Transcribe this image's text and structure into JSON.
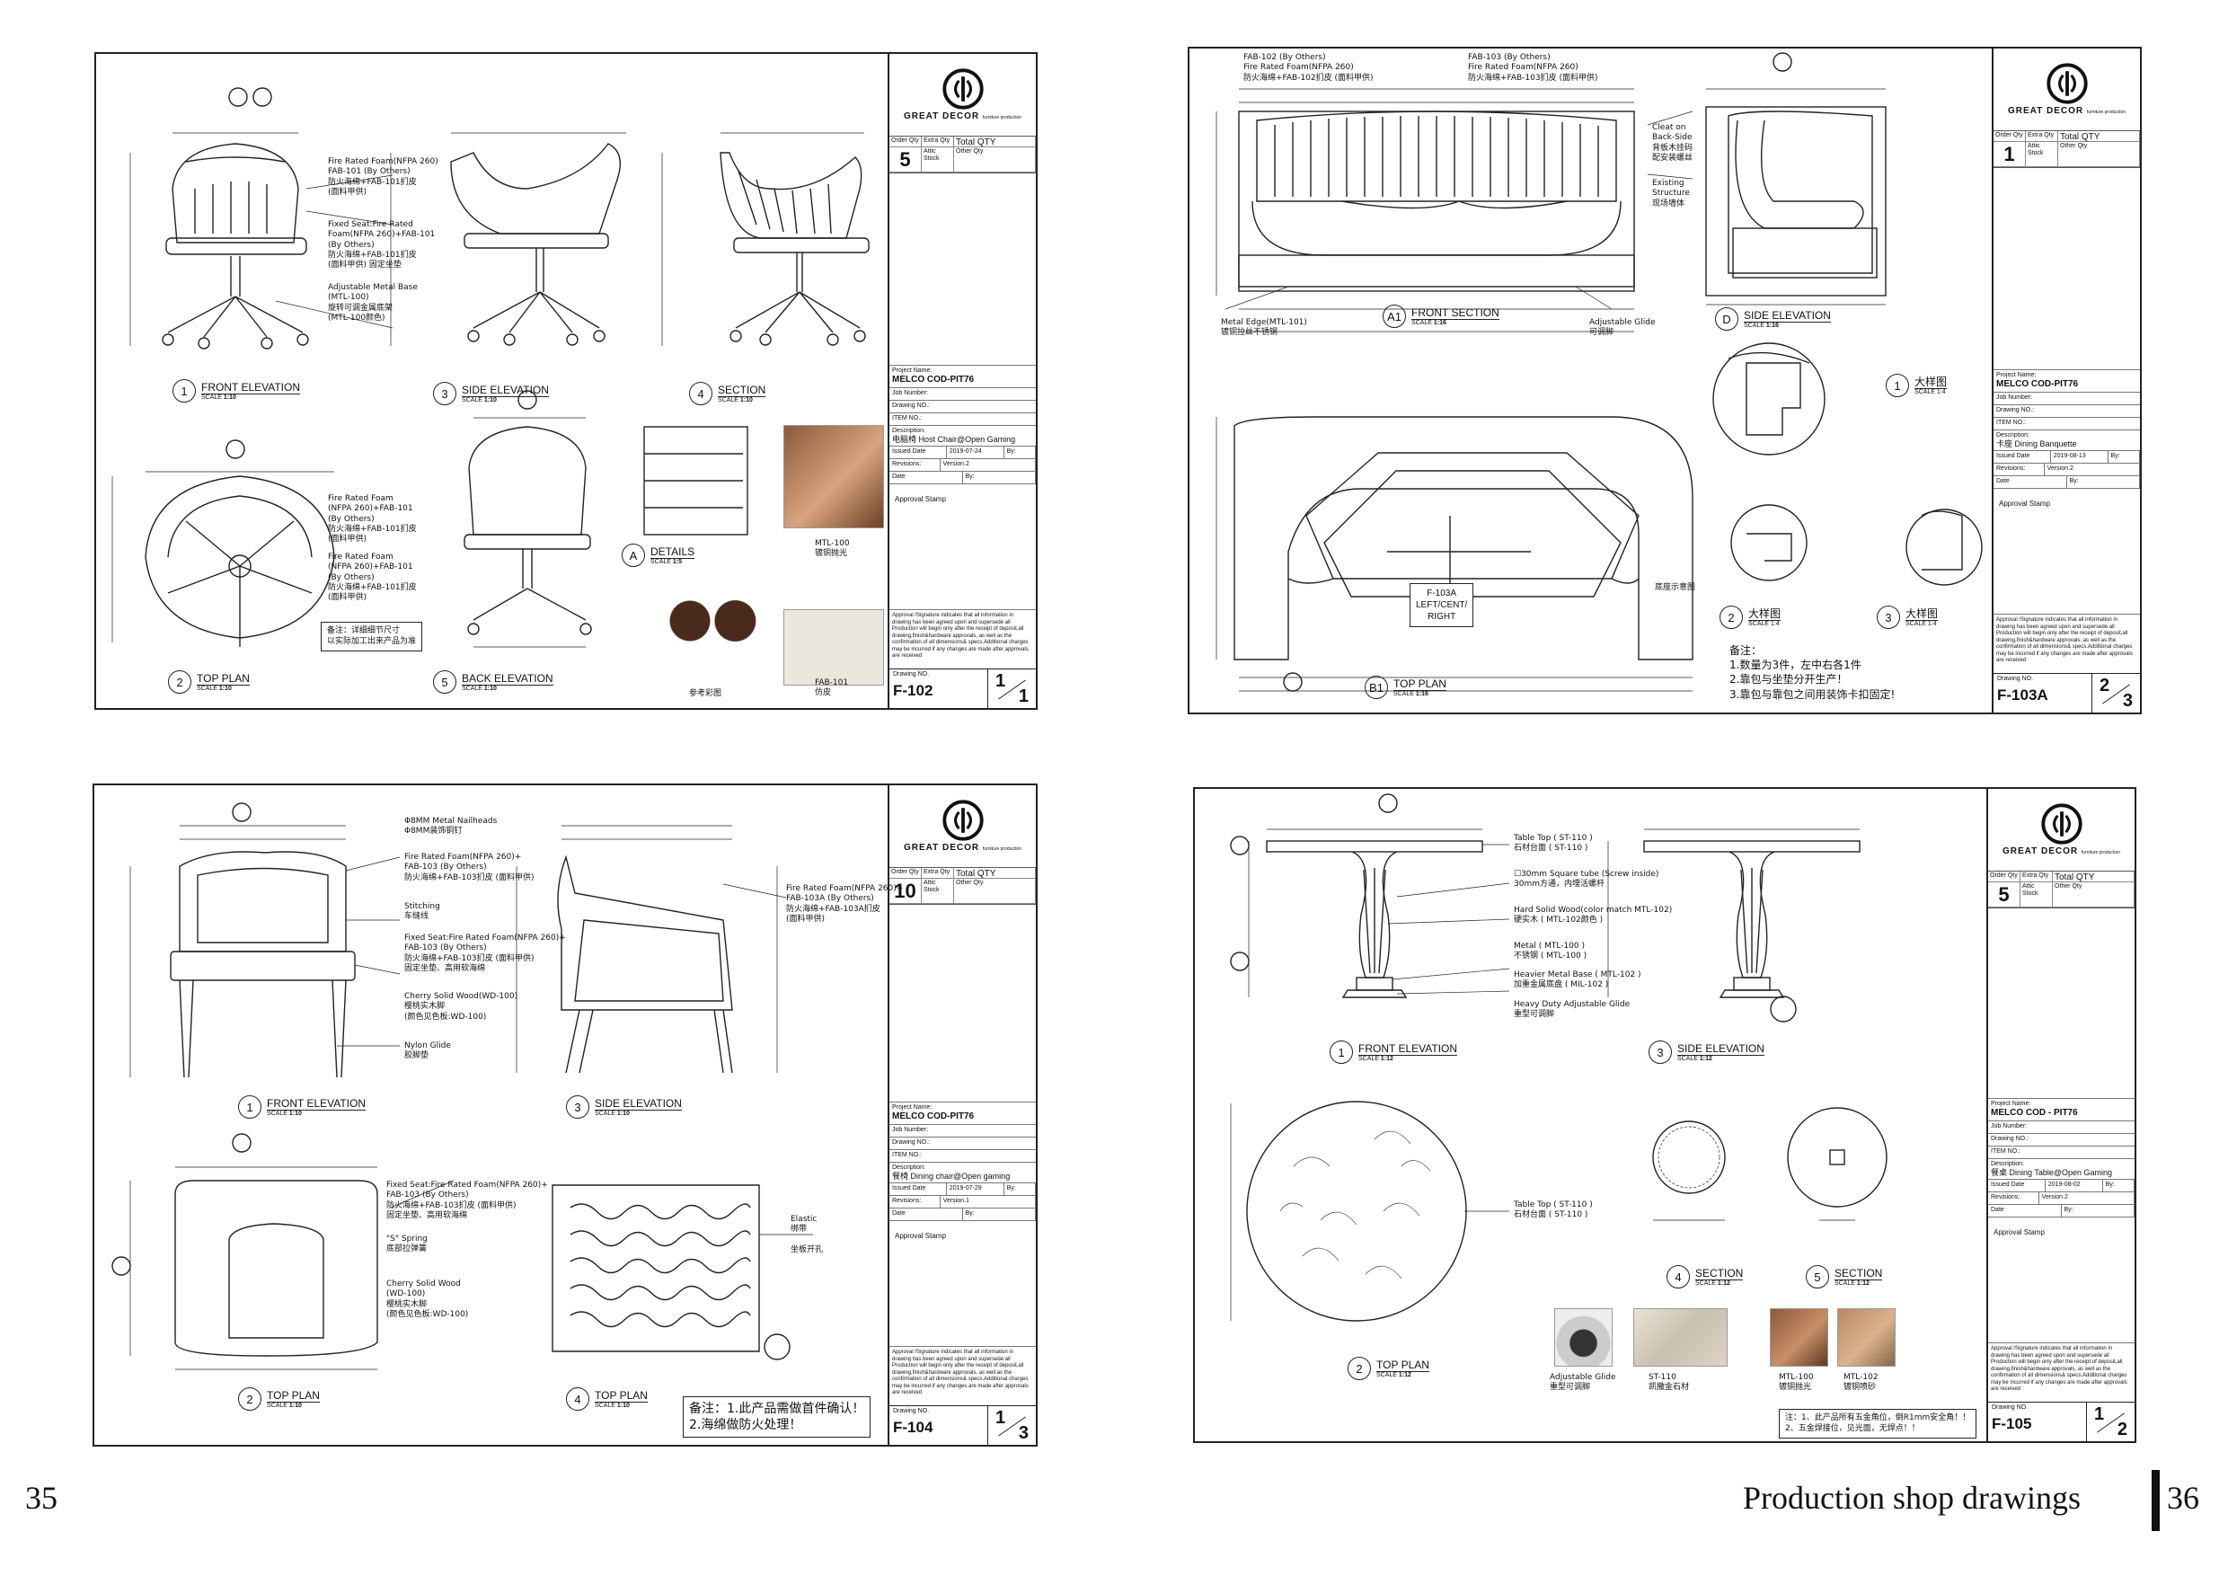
{
  "footer": {
    "left_page": "35",
    "title": "Production shop drawings",
    "right_page": "36"
  },
  "brand": {
    "wordmark": "GREAT DECOR",
    "tag": "furniture production"
  },
  "sheets": [
    {
      "id": "F-102",
      "total_qty": "5",
      "project": "MELCO COD-PIT76",
      "description": "电脑椅 Host Chair@Open Gaming",
      "issued": "2019-07-24",
      "revision": "Version.2",
      "sheet_no": "1",
      "sheet_of": "1",
      "views": {
        "v1": "FRONT ELEVATION",
        "v2": "TOP PLAN",
        "v3": "SIDE ELEVATION",
        "v4": "SECTION",
        "v5": "BACK ELEVATION",
        "vA": "DETAILS",
        "s1": "1:10",
        "s2": "1:10",
        "s3": "1:10",
        "s4": "1:10",
        "s5": "1:10",
        "sA": "1:5"
      },
      "notes": {
        "n1": "Fire Rated Foam(NFPA 260)\nFAB-101 (By Others)\n防火海绵+FAB-101扪皮\n(面料甲供)",
        "n2": "Fixed Seat:Fire Rated\nFoam(NFPA 260)+FAB-101\n(By Others)\n防火海绵+FAB-101扪皮\n(面料甲供) 固定坐垫",
        "n3": "Adjustable Metal Base\n(MTL-100)\n旋转可调金属底架\n(MTL-100颜色)",
        "n4": "Fire Rated Foam\n(NFPA 260)+FAB-101\n(By Others)\n防火海绵+FAB-101扪皮\n(面料甲供)",
        "n5": "Fire Rated Foam\n(NFPA 260)+FAB-101\n(By Others)\n防火海绵+FAB-101扪皮\n(面料甲供)",
        "memo": "备注：详细细节尺寸\n以实际加工出来产品为准",
        "mtl": "MTL-100\n镀铜抛光",
        "fab": "FAB-101\n仿皮",
        "ref": "参考彩图"
      }
    },
    {
      "id": "F-103A",
      "total_qty": "1",
      "project": "MELCO COD-PIT76",
      "description": "卡座 Dining Banquette",
      "issued": "2019-08-13",
      "revision": "Version.2",
      "sheet_no": "2",
      "sheet_of": "3",
      "views": {
        "v1": "FRONT SECTION",
        "v2": "TOP PLAN",
        "v3": "SIDE ELEVATION",
        "d1": "大样图",
        "d2": "大样图",
        "d3": "大样图",
        "s1": "1:16",
        "s2": "1:16",
        "s3": "1:16",
        "sd1": "SCALE 1:4",
        "sd2": "SCALE 1:4",
        "sd3": "SCALE 1:4"
      },
      "notes": {
        "n1": "FAB-102 (By Others)\nFire Rated Foam(NFPA 260)\n防火海绵+FAB-102扪皮 (面料甲供)",
        "n2": "FAB-103 (By Others)\nFire Rated Foam(NFPA 260)\n防火海绵+FAB-103扪皮 (面料甲供)",
        "n3": "Cleat on\nBack-Side\n背板木挂码\n配安装螺丝",
        "n4": "Existing\nStructure\n现场墙体",
        "n5": "Metal Edge(MTL-101)\n镀铜拉丝不锈钢",
        "n6": "Adjustable Glide\n可调脚",
        "n7": "底座示意图",
        "tag": "F-103A\nLEFT/CENT/\nRIGHT",
        "memo": "备注：\n1.数量为3件，左中右各1件\n2.靠包与坐垫分开生产！\n3.靠包与靠包之间用装饰卡扣固定!"
      }
    },
    {
      "id": "F-104",
      "total_qty": "10",
      "project": "MELCO COD-PIT76",
      "description": "餐椅 Dining chair@Open gaming",
      "issued": "2019-07-29",
      "revision": "Version.1",
      "sheet_no": "1",
      "sheet_of": "3",
      "views": {
        "v1": "FRONT ELEVATION",
        "v2": "TOP PLAN",
        "v3": "SIDE ELEVATION",
        "v4": "TOP PLAN",
        "s1": "1:10",
        "s2": "1:10",
        "s3": "1:10",
        "s4": "1:10"
      },
      "notes": {
        "n1": "Φ8MM Metal Nailheads\nΦ8MM装饰铜钉",
        "n2": "Fire Rated Foam(NFPA 260)+\nFAB-103 (By Others)\n防火海绵+FAB-103扪皮 (面料甲供)",
        "n3": "Stitching\n车缝线",
        "n4": "Fixed Seat:Fire Rated Foam(NFPA 260)+\nFAB-103 (By Others)\n防火海绵+FAB-103扪皮 (面料甲供)\n固定坐垫、高用软海绵",
        "n5": "Cherry Solid Wood(WD-100)\n樱桃实木脚\n(颜色见色板:WD-100)",
        "n6": "Nylon Glide\n胶脚垫",
        "n7": "Fire Rated Foam(NFPA 260)+\nFAB-103A (By Others)\n防火海绵+FAB-103A扪皮\n(面料甲供)",
        "n8": "Fixed Seat:Fire Rated Foam(NFPA 260)+\nFAB-103 (By Others)\n防火海绵+FAB-103扪皮 (面料甲供)\n固定坐垫、高用软海绵",
        "n9": "\"S\" Spring\n底部拉弹簧",
        "n10": "Cherry Solid Wood\n(WD-100)\n樱桃实木脚\n(颜色见色板:WD-100)",
        "n11": "Elastic\n绑带",
        "n12": "坐板开孔",
        "memo": "备注：1.此产品需做首件确认！\n2.海绵做防火处理！"
      }
    },
    {
      "id": "F-105",
      "total_qty": "5",
      "project": "MELCO COD - PIT76",
      "description": "餐桌 Dining Table@Open Gaming",
      "issued": "2019-08-02",
      "revision": "Version.2",
      "sheet_no": "1",
      "sheet_of": "2",
      "views": {
        "v1": "FRONT ELEVATION",
        "v2": "TOP PLAN",
        "v3": "SIDE ELEVATION",
        "v4": "SECTION",
        "v5": "SECTION",
        "s1": "1:12",
        "s2": "1:12",
        "s3": "1:12",
        "s4": "1:12",
        "s5": "1:12"
      },
      "notes": {
        "n1": "Table Top ( ST-110 )\n石材台面 ( ST-110 )",
        "n2": "☐30mm Square tube (Screw inside)\n30mm方通，内埋活螺杆",
        "n3": "Hard Solid Wood(color match MTL-102)\n硬实木 ( MTL-102颜色 )",
        "n4": "Metal ( MTL-100 )\n不锈钢 ( MTL-100 )",
        "n5": "Heavier Metal Base ( MTL-102 )\n加重金属底盘 ( MIL-102 )",
        "n6": "Heavy Duty Adjustable Glide\n重型可调脚",
        "n7": "Table Top ( ST-110 )\n石材台面 ( ST-110 )",
        "sw1": "Adjustable Glide\n重型可调脚",
        "sw2": "ST-110\n凯撒金石材",
        "sw3": "MTL-100\n镀铜抛光",
        "sw4": "MTL-102\n镀铜喷砂",
        "memo": "注：1、此产品所有五金角位，倒R1mm安全角！！\n2、五金焊接位，见光面，无焊点！！"
      }
    }
  ],
  "titleblock": {
    "order_qty": "Order Qty",
    "extra_qty": "Extra Qty",
    "total_qty": "Total QTY",
    "attic": "Attic Stock",
    "other": "Other Qty",
    "project_name": "Project Name:",
    "job": "Job Number:",
    "drawing": "Drawing NO.:",
    "item": "ITEM NO.:",
    "desc": "Description:",
    "issued": "Issued Date",
    "revisions": "Revisions:",
    "date": "Date",
    "by": "By:",
    "approval": "Approval Stamp",
    "drawing_no": "Drawing NO.",
    "disclaimer": "Approval /Signature indicates that all information in drawing has been agreed upon and supersede all Production will begin only after the receipt of deposit,all drawing,finish&hardware approvals, as well as the confirmation of all dimensions& specs.Additional charges may be incurred if any changes are made after approvals are received"
  }
}
